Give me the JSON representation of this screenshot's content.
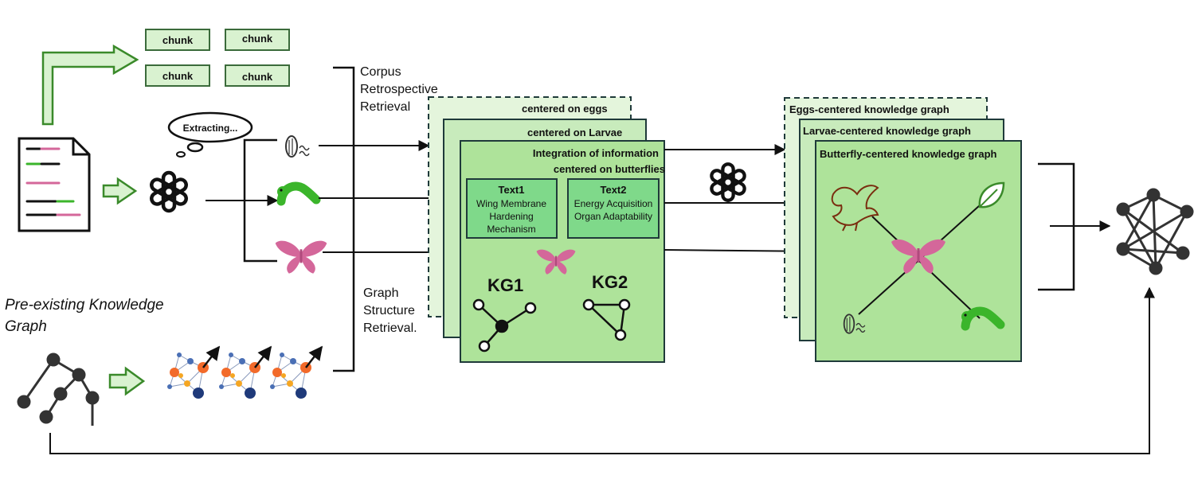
{
  "chunks": [
    "chunk",
    "chunk",
    "chunk",
    "chunk"
  ],
  "extracting_label": "Extracting...",
  "preexisting_kg_label": [
    "Pre-existing Knowledge",
    "Graph"
  ],
  "corpus_retrieval_label": [
    "Corpus",
    "Retrospective",
    "Retrieval"
  ],
  "graph_retrieval_label": [
    "Graph",
    "Structure",
    "Retrieval."
  ],
  "stack_left": {
    "eggs_title": "centered on eggs",
    "larvae_title": "centered on  Larvae",
    "butterfly_title": [
      "Integration of information",
      "centered on butterflies"
    ],
    "text1": {
      "title": "Text1",
      "lines": [
        "Wing Membrane",
        "Hardening",
        "Mechanism"
      ]
    },
    "text2": {
      "title": "Text2",
      "lines": [
        "Energy Acquisition",
        "Organ Adaptability"
      ]
    },
    "kg1": "KG1",
    "kg2": "KG2"
  },
  "stack_right": {
    "eggs_title": "Eggs-centered  knowledge  graph",
    "larvae_title": "Larvae-centered  knowledge  graph",
    "butterfly_title": "Butterfly-centered  knowledge  graph"
  },
  "icons": [
    "document-icon",
    "openai-logo-icon",
    "egg-icon",
    "caterpillar-icon",
    "butterfly-icon",
    "bird-icon",
    "leaf-icon",
    "network-icon",
    "tree-graph-icon"
  ],
  "colors": {
    "green_arrow": "#3a8a2a",
    "chunk_fill": "#d9f2d0",
    "panel_light": "#e4f5dc",
    "panel_mid": "#c8ebbc",
    "panel_front": "#aee39a",
    "text_box": "#7fd98a",
    "butterfly": "#d4679a",
    "caterpillar": "#3bb52b",
    "node_orange": "#f26a2a",
    "node_navy": "#1f3a7a"
  }
}
